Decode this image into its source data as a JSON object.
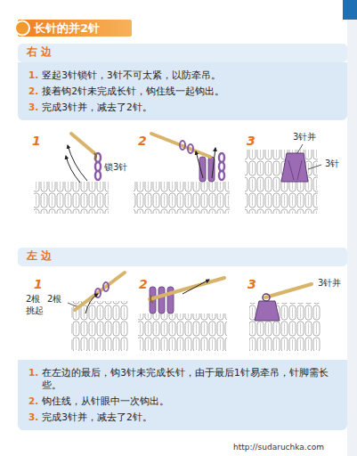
{
  "diagram": {
    "title": "长针的并2针",
    "nodes": [
      {
        "text": [
          "1.",
          "竖起3针锁针，3针不可太紧，以防牵吊。",
          "2.",
          "接着钩2针未完成长针，钩住线一起钩出。",
          "3.",
          "完成3针并，减去了2针。"
        ]
      },
      {
        "text": [
          "1.",
          "在左边的最后，钩3针未完成长针，由于最后1针易牵吊，针脚需长些。",
          "2.",
          "钩住线，从针眼中一次钩出。",
          "3.",
          "完成3针并，减去了2针。"
        ]
      }
    ],
    "labels": [
      "右 边",
      "1",
      "2",
      "3",
      "锁3针",
      "3针并",
      "3针",
      "左 边",
      "1",
      "2",
      "3",
      "2根",
      "2根",
      "挑起",
      "3针并",
      "http://sudaruchka.com"
    ]
  }
}
